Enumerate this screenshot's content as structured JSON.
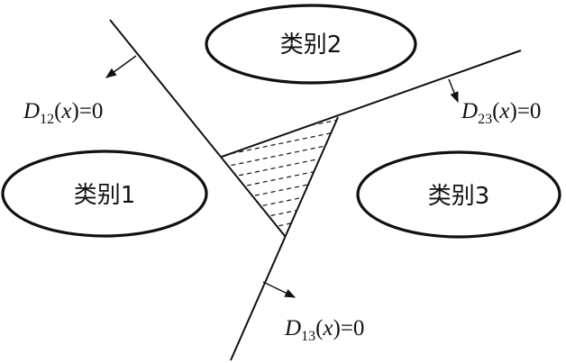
{
  "classes": [
    {
      "label": "类别1"
    },
    {
      "label": "类别2"
    },
    {
      "label": "类别3"
    }
  ],
  "boundaries": {
    "d12": {
      "letter": "D",
      "sub": "12",
      "open": "(",
      "var": "x",
      "close": ")=0"
    },
    "d13": {
      "letter": "D",
      "sub": "13",
      "open": "(",
      "var": "x",
      "close": ")=0"
    },
    "d23": {
      "letter": "D",
      "sub": "23",
      "open": "(",
      "var": "x",
      "close": ")=0"
    }
  }
}
